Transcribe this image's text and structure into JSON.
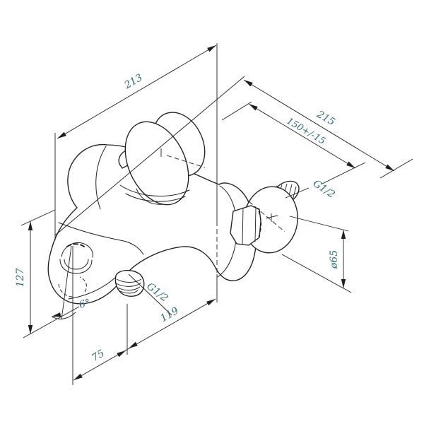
{
  "drawing": {
    "background": "#ffffff",
    "line_color": "#1f1f1f",
    "dim_text_color": "#2f6a74",
    "dimensions": {
      "total_length": "213",
      "total_depth": "215",
      "connection_spread": "150+/-15",
      "wall_thread": "G1/2",
      "flange_diameter": "ø65",
      "height": "127",
      "spout_angle": "6°",
      "outlet_thread": "G1/2",
      "spout_reach": "119",
      "spout_offset": "75"
    }
  }
}
